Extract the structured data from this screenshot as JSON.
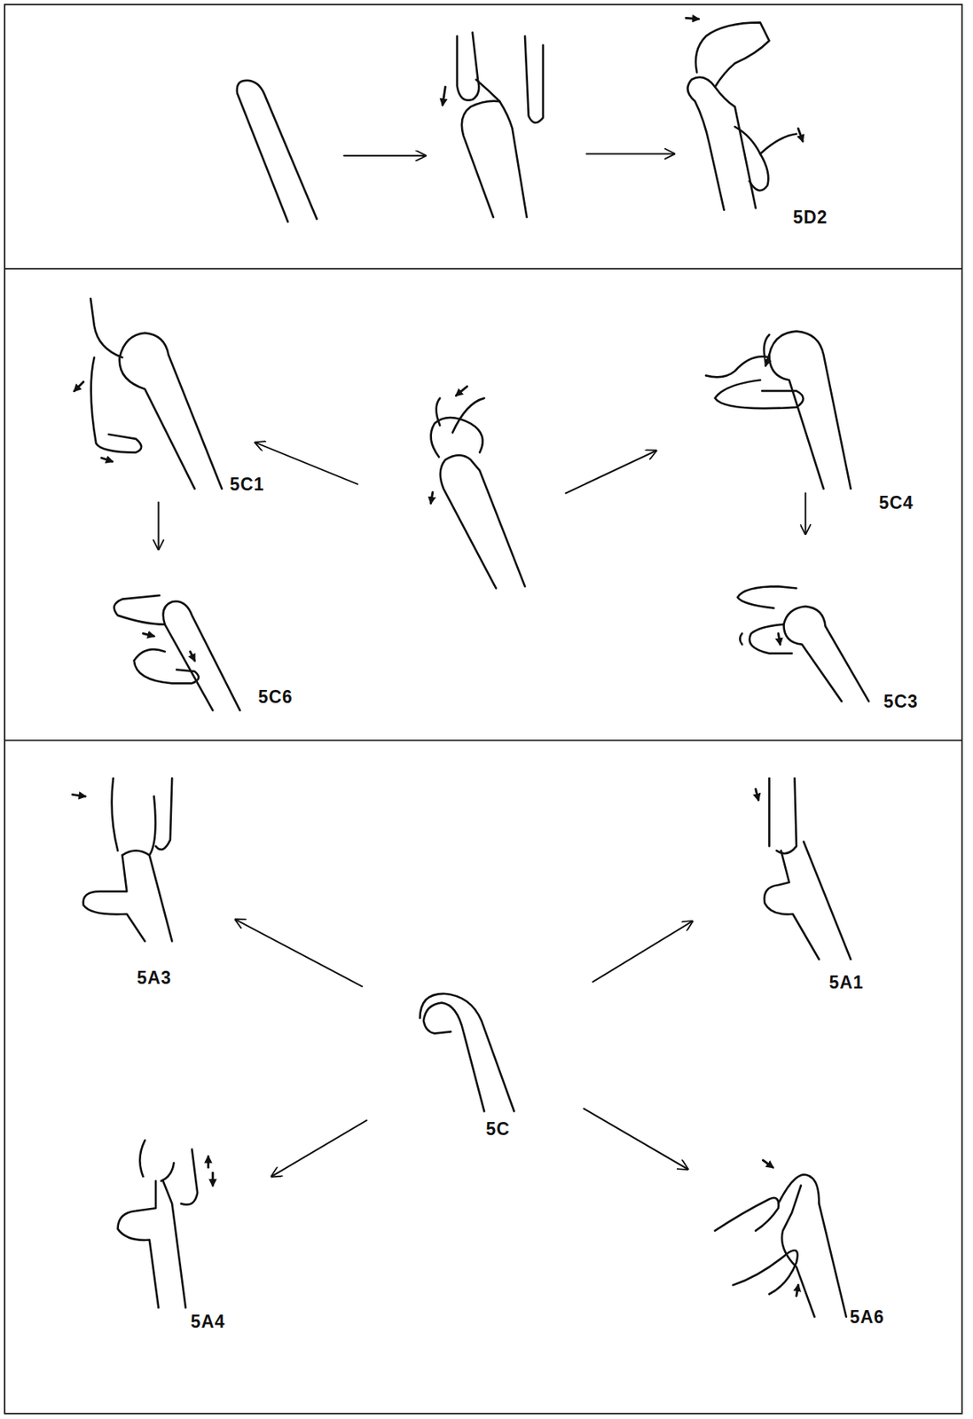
{
  "diagram": {
    "labels": [
      "5D2",
      "5C1",
      "5C4",
      "5C6",
      "5C3",
      "5A3",
      "5A1",
      "5C",
      "5A4",
      "5A6"
    ]
  }
}
